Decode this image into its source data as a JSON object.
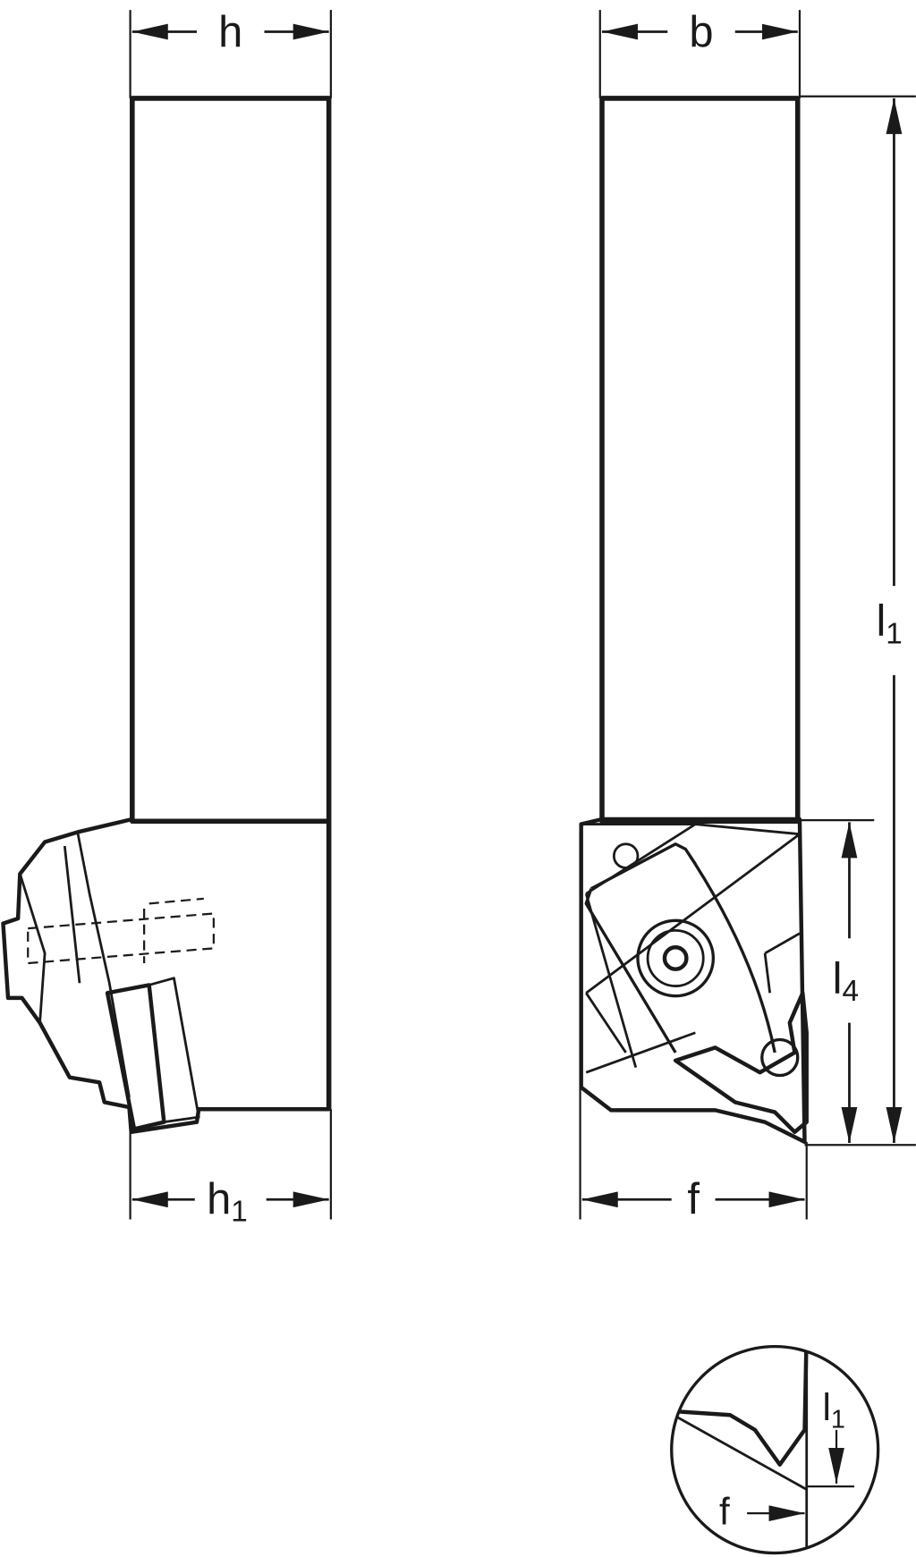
{
  "colors": {
    "body": "#d5dde0",
    "insert": "#f9d27a",
    "line": "#1a1a1a"
  },
  "dimensions": {
    "h": {
      "main": "h",
      "sub": ""
    },
    "b": {
      "main": "b",
      "sub": ""
    },
    "l1": {
      "main": "l",
      "sub": "1"
    },
    "l4": {
      "main": "l",
      "sub": "4"
    },
    "h1": {
      "main": "h",
      "sub": "1"
    },
    "f": {
      "main": "f",
      "sub": ""
    },
    "detail_l1": {
      "main": "l",
      "sub": "1"
    },
    "detail_f": {
      "main": "f",
      "sub": ""
    }
  }
}
